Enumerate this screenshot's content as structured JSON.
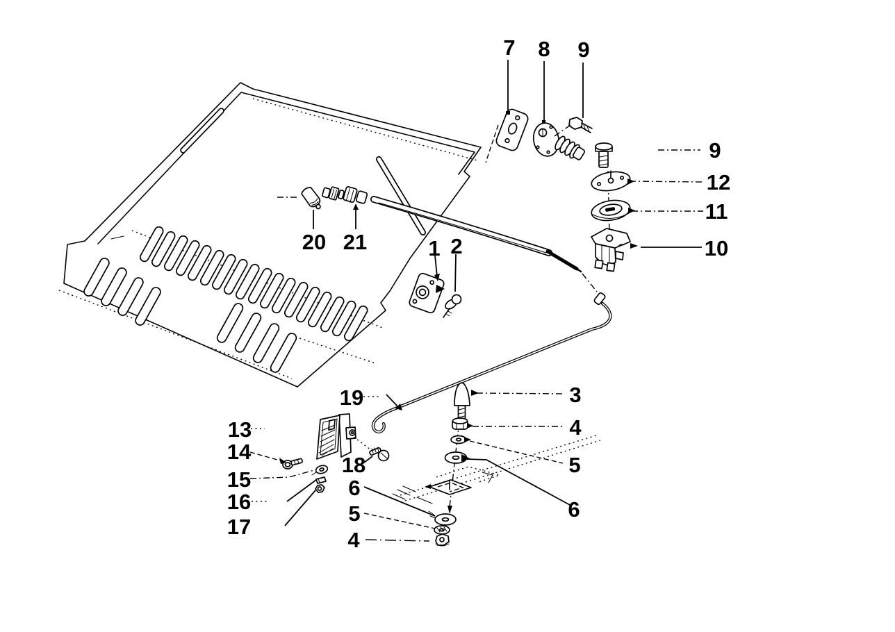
{
  "diagram": {
    "background": "#ffffff",
    "ink": "#000000",
    "type": "exploded-parts-diagram",
    "callouts": [
      {
        "part": "7",
        "text": "7"
      },
      {
        "part": "8",
        "text": "8"
      },
      {
        "part": "9",
        "text": "9"
      },
      {
        "part": "9",
        "text": "9"
      },
      {
        "part": "12",
        "text": "12"
      },
      {
        "part": "11",
        "text": "11"
      },
      {
        "part": "10",
        "text": "10"
      },
      {
        "part": "20",
        "text": "20"
      },
      {
        "part": "21",
        "text": "21"
      },
      {
        "part": "1",
        "text": "1"
      },
      {
        "part": "2",
        "text": "2"
      },
      {
        "part": "19",
        "text": "19"
      },
      {
        "part": "3",
        "text": "3"
      },
      {
        "part": "4",
        "text": "4"
      },
      {
        "part": "5",
        "text": "5"
      },
      {
        "part": "6",
        "text": "6"
      },
      {
        "part": "13",
        "text": "13"
      },
      {
        "part": "14",
        "text": "14"
      },
      {
        "part": "15",
        "text": "15"
      },
      {
        "part": "16",
        "text": "16"
      },
      {
        "part": "17",
        "text": "17"
      },
      {
        "part": "18",
        "text": "18"
      },
      {
        "part": "6",
        "text": "6"
      },
      {
        "part": "5",
        "text": "5"
      },
      {
        "part": "4",
        "text": "4"
      }
    ]
  }
}
